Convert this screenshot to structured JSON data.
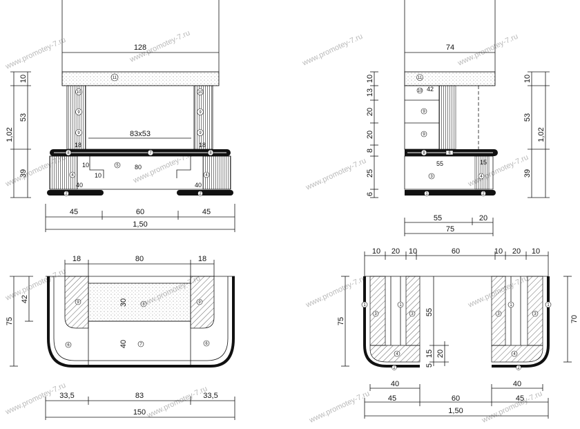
{
  "watermark": "www.promotey-7.ru",
  "front_view": {
    "width_top": "128",
    "opening": "83x53",
    "h_10": "10",
    "h_53": "53",
    "h_39": "39",
    "h_total": "1,02",
    "side_18_left": "18",
    "side_18_right": "18",
    "lbl_10a": "10",
    "lbl_10b": "10",
    "lbl_80": "80",
    "lbl_40_left": "40",
    "lbl_40_right": "40",
    "w_45_left": "45",
    "w_60": "60",
    "w_45_right": "45",
    "w_total": "1,50",
    "part_11": "11",
    "part_10": "10",
    "part_9": "9",
    "part_8": "8",
    "part_7": "7",
    "part_5": "5",
    "part_4": "4",
    "part_2": "2"
  },
  "side_view": {
    "width_top": "74",
    "lbl_42": "42",
    "lbl_55": "55",
    "lbl_15": "15",
    "h_10": "10",
    "h_13": "13",
    "h_20a": "20",
    "h_20b": "20",
    "h_8": "8",
    "h_25": "25",
    "h_6": "6",
    "r_10": "10",
    "r_53": "53",
    "r_102": "1,02",
    "r_39": "39",
    "w_55": "55",
    "w_20": "20",
    "w_75": "75",
    "part_11": "11",
    "part_10": "10",
    "part_9": "9",
    "part_8": "8",
    "part_6": "6",
    "part_3": "3",
    "part_2": "2",
    "part_1": "1",
    "part_4": "4"
  },
  "plan_left": {
    "top_18_left": "18",
    "top_80": "80",
    "top_18_right": "18",
    "h_42": "42",
    "h_75": "75",
    "lbl_30": "30",
    "lbl_40": "40",
    "w_335_left": "33,5",
    "w_83": "83",
    "w_335_right": "33,5",
    "w_150": "150",
    "part_9": "9",
    "part_8": "8",
    "part_6": "6",
    "part_7": "7"
  },
  "plan_right": {
    "t_10a": "10",
    "t_20a": "20",
    "t_10b": "10",
    "t_60": "60",
    "t_10c": "10",
    "t_20b": "20",
    "t_10d": "10",
    "h_75": "75",
    "h_70": "70",
    "lbl_55": "55",
    "lbl_15": "15",
    "lbl_20": "20",
    "lbl_5": "5",
    "b_40_left": "40",
    "b_40_right": "40",
    "w_45_left": "45",
    "w_60": "60",
    "w_45_right": "45",
    "w_total": "1,50",
    "part_1": "1",
    "part_3": "3",
    "part_4": "4",
    "part_2": "2"
  }
}
